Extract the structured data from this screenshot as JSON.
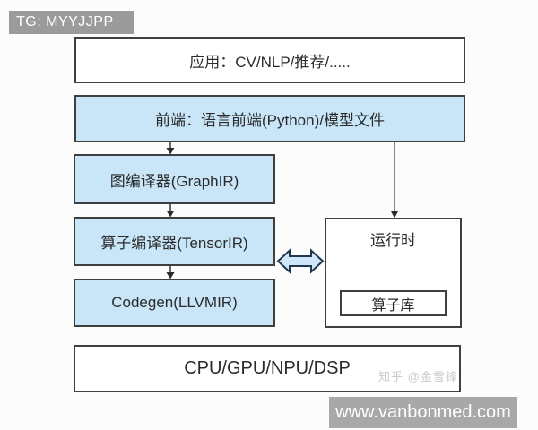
{
  "badge": {
    "label": "TG: MYYJJPP",
    "bg_color": "#9b9b9b"
  },
  "diagram": {
    "app_box": {
      "label": "应用：CV/NLP/推荐/....."
    },
    "frontend_box": {
      "label": "前端：语言前端(Python)/模型文件"
    },
    "graph_compiler_box": {
      "label": "图编译器(GraphIR)"
    },
    "tensor_compiler_box": {
      "label": "算子编译器(TensorIR)"
    },
    "codegen_box": {
      "label": "Codegen(LLVMIR)"
    },
    "runtime_box": {
      "label": "运行时"
    },
    "op_library_box": {
      "label": "算子库"
    },
    "hardware_box": {
      "label": "CPU/GPU/NPU/DSP"
    },
    "colors": {
      "blue_fill": "#c9e5f8",
      "white_fill": "#ffffff",
      "box_border": "#3f3f3f",
      "double_arrow_fill": "#cfe6f8",
      "double_arrow_stroke": "#1f3550"
    }
  },
  "watermark": {
    "credit": "知乎 @金雪锋"
  },
  "footer": {
    "url": "www.vanbonmed.com"
  }
}
